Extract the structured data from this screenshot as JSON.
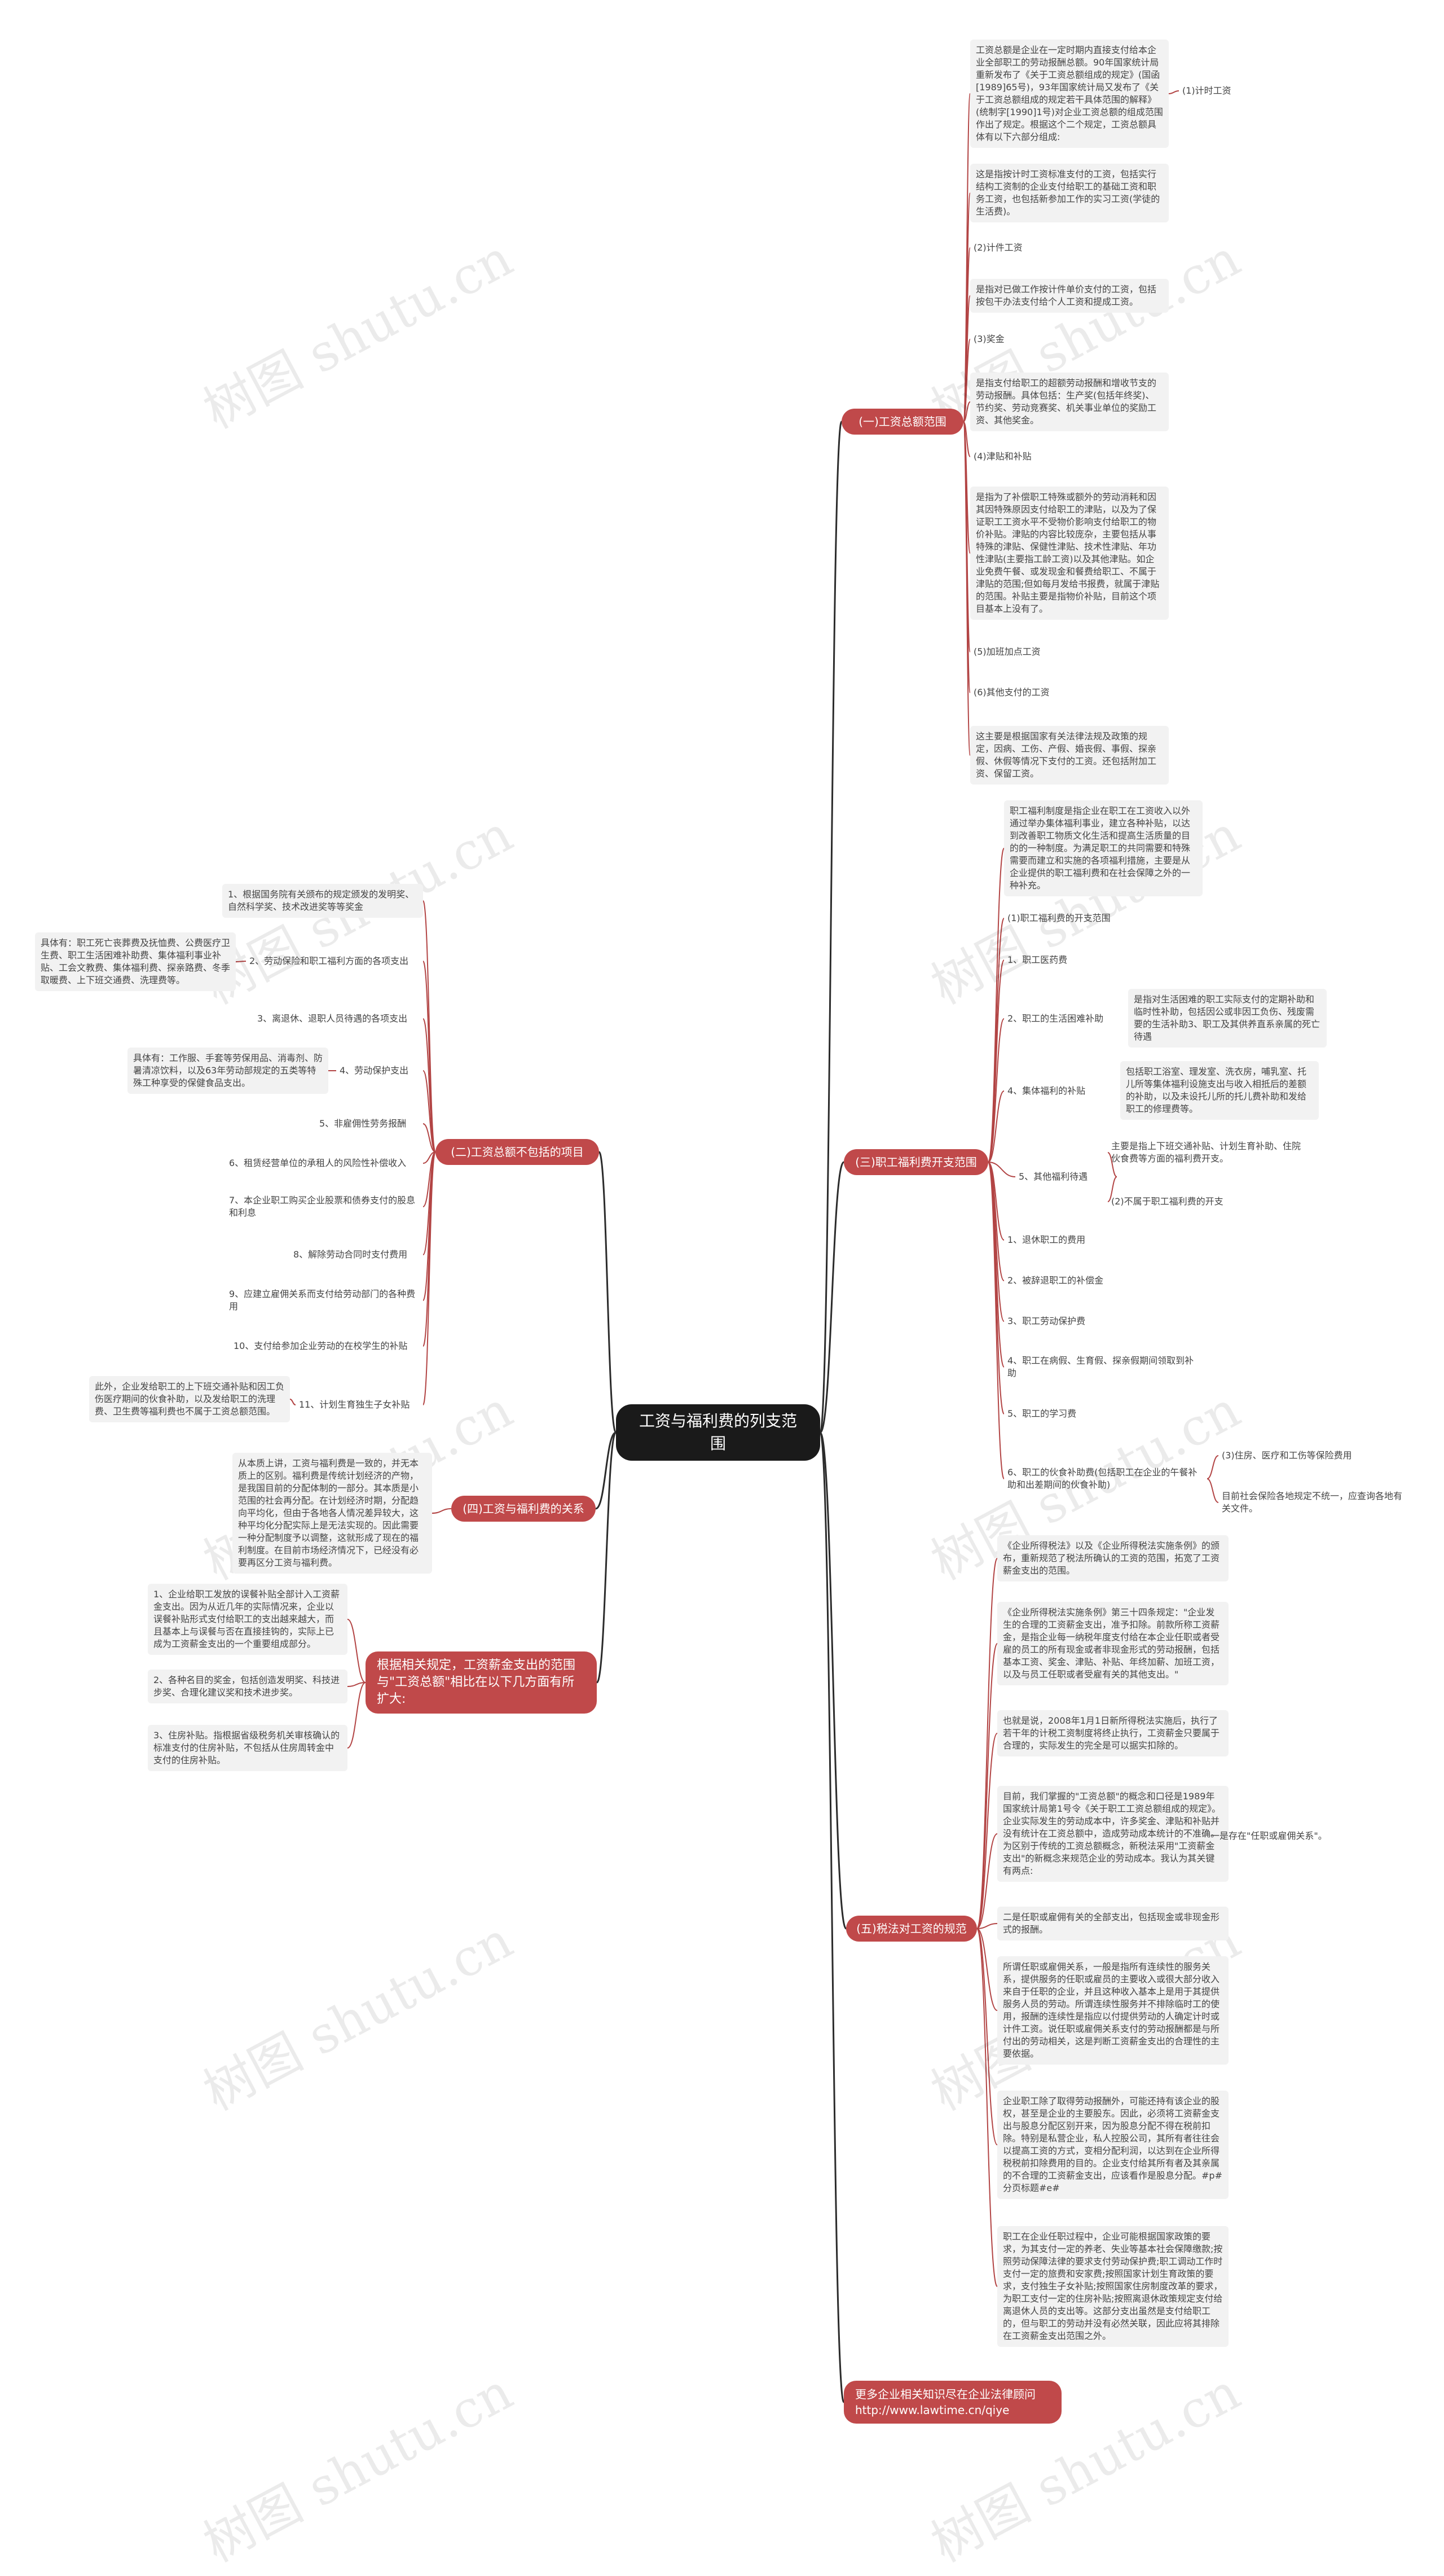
{
  "root": "工资与福利费的列支范围",
  "watermark": "树图 shutu.cn",
  "b1": {
    "title": "(一)工资总额范围",
    "intro": "工资总额是企业在一定时期内直接支付给本企业全部职工的劳动报酬总额。90年国家统计局重新发布了《关于工资总额组成的规定》(国函[1989]65号)，93年国家统计局又发布了《关于工资总额组成的规定若干具体范围的解释》(统制字[1990]1号)对企业工资总额的组成范围作出了规定。根据这个二个规定，工资总额具体有以下六部分组成:",
    "s1": "(1)计时工资",
    "d1": "这是指按计时工资标准支付的工资，包括实行结构工资制的企业支付给职工的基础工资和职务工资，也包括新参加工作的实习工资(学徒的生活费)。",
    "s2": "(2)计件工资",
    "d2": "是指对已做工作按计件单价支付的工资，包括按包干办法支付给个人工资和提成工资。",
    "s3": "(3)奖金",
    "d3": "是指支付给职工的超额劳动报酬和增收节支的劳动报酬。具体包括：生产奖(包括年终奖)、节约奖、劳动竞赛奖、机关事业单位的奖励工资、其他奖金。",
    "s4": "(4)津贴和补贴",
    "d4": "是指为了补偿职工特殊或额外的劳动消耗和因其因特殊原因支付给职工的津贴，以及为了保证职工工资水平不受物价影响支付给职工的物价补贴。津贴的内容比较庞杂，主要包括从事特殊的津贴、保健性津贴、技术性津贴、年功性津贴(主要指工龄工资)以及其他津贴。如企业免费午餐、或发现金和餐费给职工、不属于津贴的范围;但如每月发给书报费，就属于津贴的范围。补贴主要是指物价补贴，目前这个项目基本上没有了。",
    "s5": "(5)加班加点工资",
    "s6": "(6)其他支付的工资",
    "d6": "这主要是根据国家有关法律法规及政策的规定，因病、工伤、产假、婚丧假、事假、探亲假、休假等情况下支付的工资。还包括附加工资、保留工资。"
  },
  "b2": {
    "title": "(二)工资总额不包括的项目",
    "i1": "1、根据国务院有关颁布的规定颁发的发明奖、自然科学奖、技术改进奖等等奖金",
    "i2": "2、劳动保险和职工福利方面的各项支出",
    "d2": "具体有：职工死亡丧葬费及抚恤费、公费医疗卫生费、职工生活困难补助费、集体福利事业补贴、工会文教费、集体福利费、探亲路费、冬季取暖费、上下班交通费、洗理费等。",
    "i3": "3、离退休、退职人员待遇的各项支出",
    "i4": "4、劳动保护支出",
    "d4": "具体有：工作服、手套等劳保用品、消毒剂、防暑清凉饮料，以及63年劳动部规定的五类等特殊工种享受的保健食品支出。",
    "i5": "5、非雇佣性劳务报酬",
    "i6": "6、租赁经营单位的承租人的风险性补偿收入",
    "i7": "7、本企业职工购买企业股票和债券支付的股息和利息",
    "i8": "8、解除劳动合同时支付费用",
    "i9": "9、应建立雇佣关系而支付给劳动部门的各种费用",
    "i10": "10、支付给参加企业劳动的在校学生的补贴",
    "i11": "11、计划生育独生子女补贴",
    "d11": "此外，企业发给职工的上下班交通补贴和因工负伤医疗期间的伙食补助，以及发给职工的洗理费、卫生费等福利费也不属于工资总额范围。"
  },
  "b3": {
    "title": "(三)职工福利费开支范围",
    "intro": "职工福利制度是指企业在职工在工资收入以外通过举办集体福利事业，建立各种补贴，以达到改善职工物质文化生活和提高生活质量的目的的一种制度。为满足职工的共同需要和特殊需要而建立和实施的各项福利措施，主要是从企业提供的职工福利费和在社会保障之外的一种补充。",
    "h1": "(1)职工福利费的开支范围",
    "a1": "1、职工医药费",
    "a2": "2、职工的生活困难补助",
    "da2": "是指对生活困难的职工实际支付的定期补助和临时性补助，包括因公或非因工负伤、残废需要的生活补助3、职工及其供养直系亲属的死亡待遇",
    "a4": "4、集体福利的补贴",
    "da4": "包括职工浴室、理发室、洗衣房，哺乳室、托儿所等集体福利设施支出与收入相抵后的差额的补助，以及未设托儿所的托儿费补助和发给职工的修理费等。",
    "a5": "5、其他福利待遇",
    "da5": "主要是指上下班交通补贴、计划生育补助、住院伙食费等方面的福利费开支。",
    "h2": "(2)不属于职工福利费的开支",
    "c1": "1、退休职工的费用",
    "c2": "2、被辞退职工的补偿金",
    "c3": "3、职工劳动保护费",
    "c4": "4、职工在病假、生育假、探亲假期间领取到补助",
    "c5": "5、职工的学习费",
    "c6": "6、职工的伙食补助费(包括职工在企业的午餐补助和出差期间的伙食补助)",
    "h3": "(3)住房、医疗和工伤等保险费用",
    "dh3": "目前社会保险各地规定不统一，应查询各地有关文件。"
  },
  "b4": {
    "title": "(四)工资与福利费的关系",
    "text": "从本质上讲，工资与福利费是一致的，并无本质上的区别。福利费是传统计划经济的产物，是我国目前的分配体制的一部分。其本质是小范围的社会再分配。在计划经济时期，分配趋向平均化，但由于各地各人情况差异较大，这种平均化分配实际上是无法实现的。因此需要一种分配制度予以调整，这就形成了现在的福利制度。在目前市场经济情况下，已经没有必要再区分工资与福利费。"
  },
  "b5": {
    "title": "根据相关规定，工资薪金支出的范围与\"工资总额\"相比在以下几方面有所扩大:",
    "i1": "1、企业给职工发放的误餐补贴全部计入工资薪金支出。因为从近几年的实际情况来，企业以误餐补贴形式支付给职工的支出越来越大，而且基本上与误餐与否在直接挂钩的，实际上已成为工资薪金支出的一个重要组成部分。",
    "i2": "2、各种名目的奖金，包括创造发明奖、科技进步奖、合理化建议奖和技术进步奖。",
    "i3": "3、住房补贴。指根据省级税务机关审核确认的标准支付的住房补贴，不包括从住房周转金中支付的住房补贴。"
  },
  "b6": {
    "title": "(五)税法对工资的规范",
    "p1": "《企业所得税法》以及《企业所得税法实施条例》的颁布，重新规范了税法所确认的工资的范围，拓宽了工资薪金支出的范围。",
    "p2": "《企业所得税法实施条例》第三十四条规定：\"企业发生的合理的工资薪金支出，准予扣除。前款所称工资薪金，是指企业每一纳税年度支付给在本企业任职或者受雇的员工的所有现金或者非现金形式的劳动报酬，包括基本工资、奖金、津贴、补贴、年终加薪、加班工资，以及与员工任职或者受雇有关的其他支出。\"",
    "p3": "也就是说，2008年1月1日新所得税法实施后，执行了若干年的计税工资制度将终止执行，工资薪金只要属于合理的，实际发生的完全是可以据实扣除的。",
    "p4": "目前，我们掌握的\"工资总额\"的概念和口径是1989年国家统计局第1号令《关于职工工资总额组成的规定》。企业实际发生的劳动成本中，许多奖金、津贴和补贴并没有统计在工资总额中，造成劳动成本统计的不准确。为区别于传统的工资总额概念，新税法采用\"工资薪金支出\"的新概念来规范企业的劳动成本。我认为其关键有两点:",
    "n4": "一是存在\"任职或雇佣关系\"。",
    "p5": "二是任职或雇佣有关的全部支出，包括现金或非现金形式的报酬。",
    "p6": "所谓任职或雇佣关系，一般是指所有连续性的服务关系，提供服务的任职或雇员的主要收入或很大部分收入来自于任职的企业，并且这种收入基本上是用于其提供服务人员的劳动。所谓连续性服务并不排除临时工的使用，报酬的连续性是指应以付提供劳动的人确定计时或计件工资。说任职或雇佣关系支付的劳动报酬都是与所付出的劳动相关，这是判断工资薪金支出的合理性的主要依据。",
    "p7": "企业职工除了取得劳动报酬外，可能还持有该企业的股权，甚至是企业的主要股东。因此，必须将工资薪金支出与股息分配区别开来，因为股息分配不得在税前扣除。特别是私营企业，私人控股公司，其所有者往往会以提高工资的方式，变相分配利润，以达到在企业所得税税前扣除费用的目的。企业支付给其所有者及其亲属的不合理的工资薪金支出，应该看作是股息分配。#p#分页标题#e#",
    "p8": "职工在企业任职过程中，企业可能根据国家政策的要求，为其支付一定的养老、失业等基本社会保障缴款;按照劳动保障法律的要求支付劳动保护费;职工调动工作时支付一定的旅费和安家费;按照国家计划生育政策的要求，支付独生子女补贴;按照国家住房制度改革的要求，为职工支付一定的住房补贴;按照离退休政策规定支付给离退休人员的支出等。这部分支出虽然是支付给职工的，但与职工的劳动并没有必然关联，因此应将其排除在工资薪金支出范围之外。"
  },
  "b7": {
    "title": "更多企业相关知识尽在企业法律顾问http://www.lawtime.cn/qiye"
  }
}
